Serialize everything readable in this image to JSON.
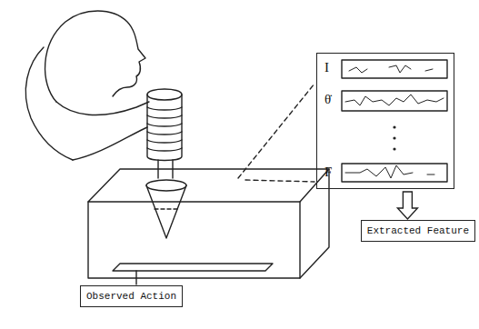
{
  "diagram": {
    "nodes": [
      {
        "text": [
          "I",
          "θ̇",
          "F"
        ]
      },
      {
        "text": [
          "Extracted Feature"
        ]
      },
      {
        "text": [
          "Observed Action"
        ]
      }
    ],
    "edges": [
      {
        "from": 0,
        "to": 1,
        "arrow": "to"
      }
    ]
  }
}
